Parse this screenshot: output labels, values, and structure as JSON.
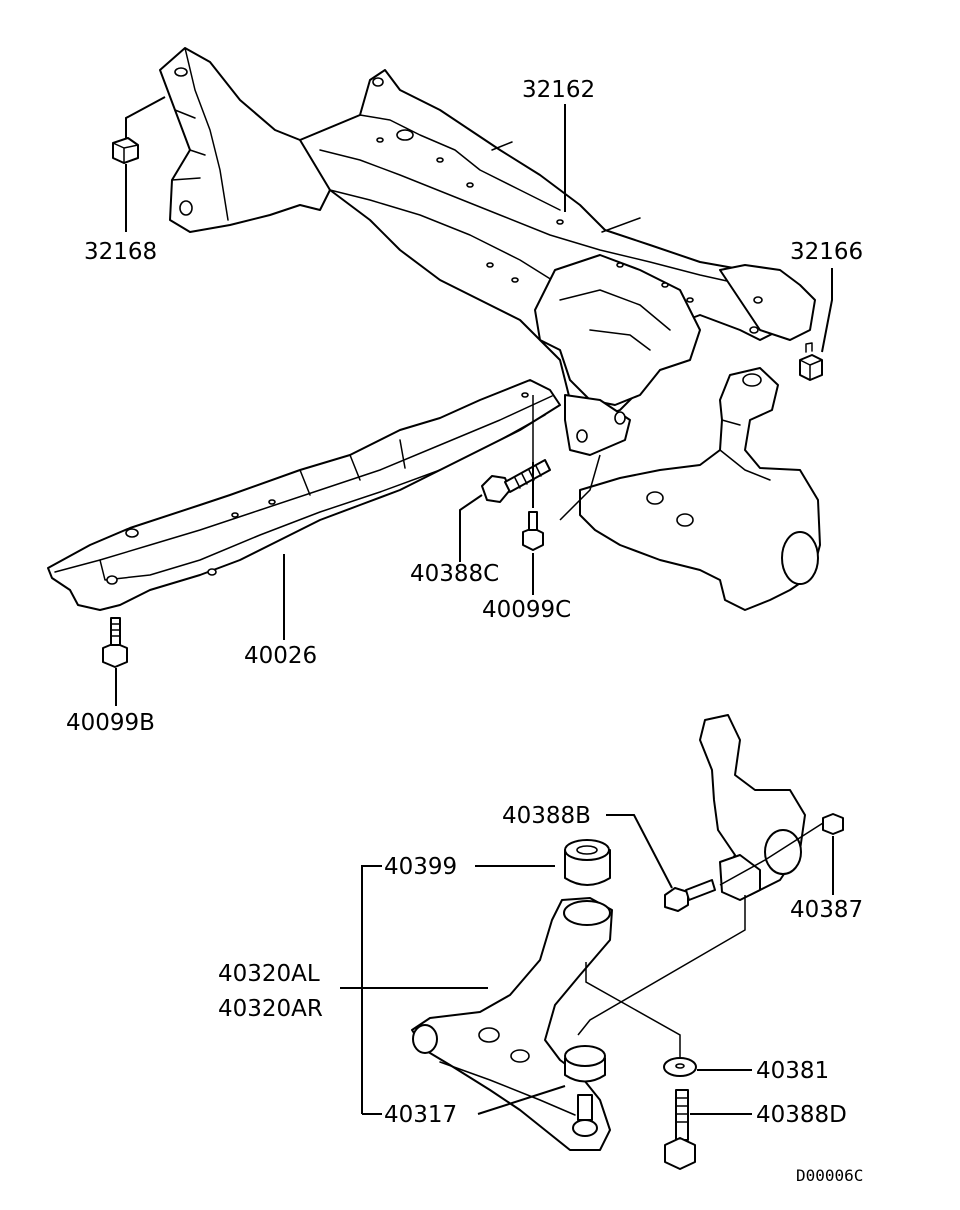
{
  "diagram": {
    "part_numbers": {
      "p32162": "32162",
      "p32168": "32168",
      "p32166": "32166",
      "p40388C": "40388C",
      "p40099C": "40099C",
      "p40026": "40026",
      "p40099B": "40099B",
      "p40388B": "40388B",
      "p40399": "40399",
      "p40387": "40387",
      "p40320AL": "40320AL",
      "p40320AR": "40320AR",
      "p40381": "40381",
      "p40317": "40317",
      "p40388D": "40388D"
    },
    "diagram_code": "D00006C"
  }
}
